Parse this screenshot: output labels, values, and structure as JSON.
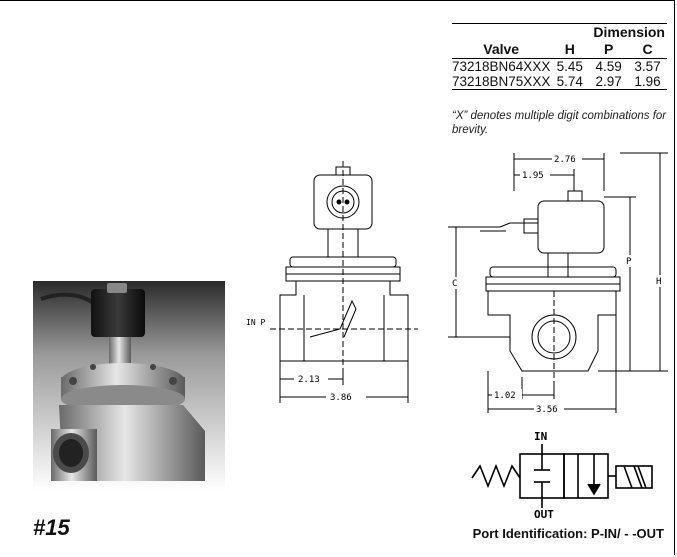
{
  "dimension_table": {
    "group_header": "Dimension",
    "columns": [
      "Valve",
      "H",
      "P",
      "C"
    ],
    "rows": [
      [
        "73218BN64XXX",
        "5.45",
        "4.59",
        "3.57"
      ],
      [
        "73218BN75XXX",
        "5.74",
        "2.97",
        "1.96"
      ]
    ]
  },
  "note": "“X” denotes multiple digit combinations for brevity.",
  "front_view": {
    "port_label": "IN P",
    "dim_inner": "2.13",
    "dim_outer": "3.86"
  },
  "side_view": {
    "dim_top_outer": "2.76",
    "dim_top_inner": "1.95",
    "dim_c": "C",
    "dim_p": "P",
    "dim_h": "H",
    "dim_bottom_inner": "1.02",
    "dim_bottom_outer": "3.56"
  },
  "symbol": {
    "in_label": "IN",
    "out_label": "OUT"
  },
  "product_number": "#15",
  "port_identification": "Port Identification: P-IN/ - -OUT"
}
